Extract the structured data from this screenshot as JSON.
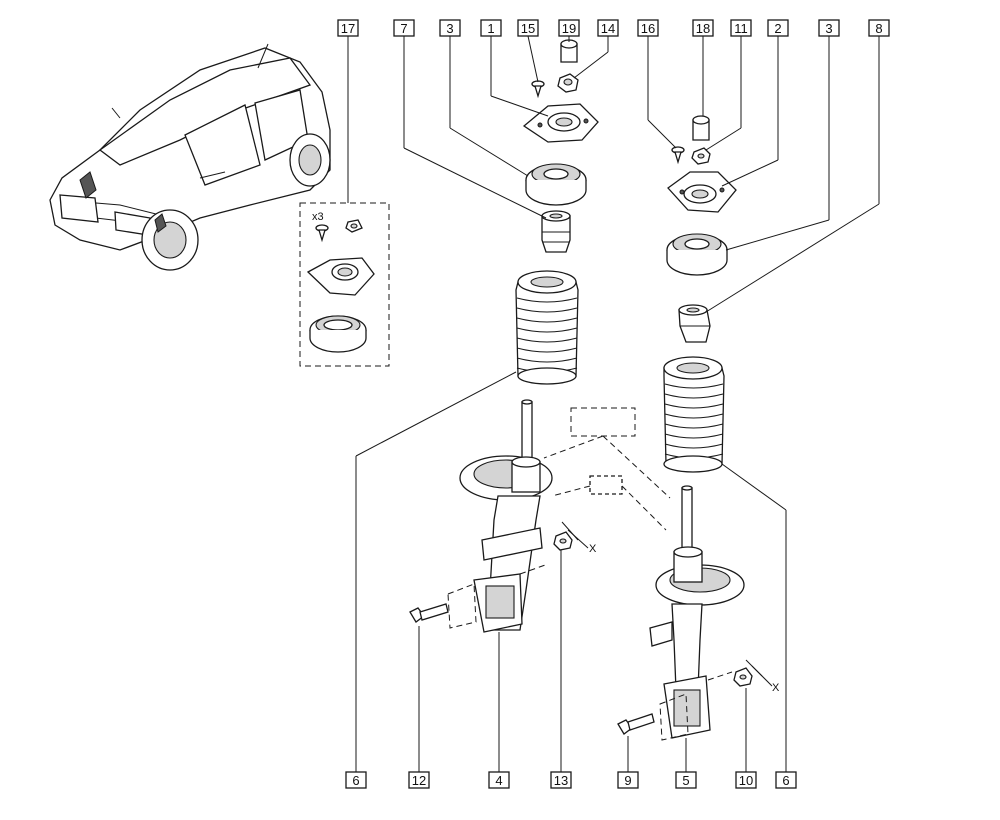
{
  "callouts": {
    "top": [
      "17",
      "7",
      "3",
      "1",
      "15",
      "19",
      "14",
      "16",
      "18",
      "11",
      "2",
      "3",
      "8"
    ],
    "bottom": [
      "6",
      "12",
      "4",
      "13",
      "9",
      "5",
      "10",
      "6"
    ]
  },
  "kit_qty": "x3",
  "clearance_marks": [
    "X",
    "X"
  ],
  "colors": {
    "line": "#1a1a1a",
    "shade": "#d4d4d4",
    "paper": "#ffffff"
  }
}
